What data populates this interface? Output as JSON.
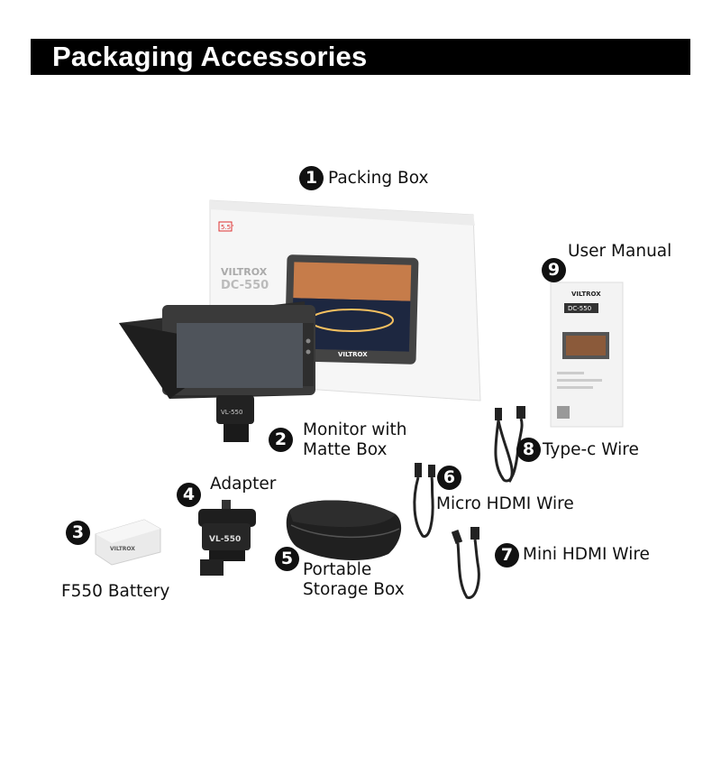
{
  "header": {
    "title": "Packaging Accessories"
  },
  "items": [
    {
      "number": "1",
      "label": "Packing Box"
    },
    {
      "number": "2",
      "label_line1": "Monitor with",
      "label_line2": "Matte Box"
    },
    {
      "number": "3",
      "label": "F550 Battery"
    },
    {
      "number": "4",
      "label": "Adapter"
    },
    {
      "number": "5",
      "label_line1": "Portable",
      "label_line2": "Storage Box"
    },
    {
      "number": "6",
      "label": "Micro HDMI Wire"
    },
    {
      "number": "7",
      "label": "Mini HDMI Wire"
    },
    {
      "number": "8",
      "label": "Type-c Wire"
    },
    {
      "number": "9",
      "label": "User Manual"
    }
  ],
  "product_text": {
    "brand": "VILTROX",
    "model": "DC-550",
    "badge": "5.5\"",
    "mount_model": "VL-550"
  },
  "colors": {
    "header_bg": "#000000",
    "header_text": "#ffffff",
    "marker": "#111111"
  }
}
